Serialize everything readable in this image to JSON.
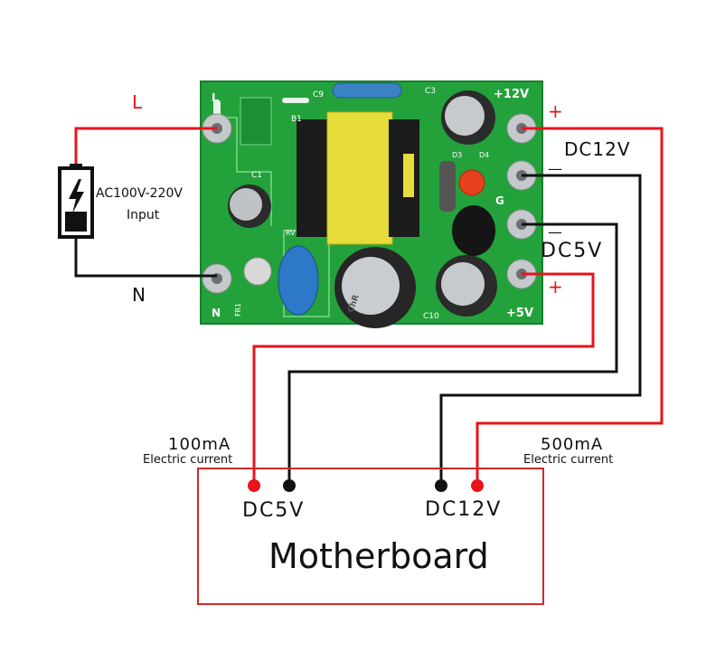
{
  "input": {
    "label_l": "L",
    "label_n": "N",
    "voltage": "AC100V-220V",
    "caption": "Input"
  },
  "board": {
    "silk_l": "L",
    "silk_n": "N",
    "silk_g": "G",
    "silk_12v": "+12V",
    "silk_5v": "+5V",
    "c1": "C1",
    "c3": "C3",
    "c9": "C9",
    "c10": "C10",
    "b1": "B1",
    "d3": "D3",
    "d4": "D4",
    "fr1": "FR1",
    "rv": "RV",
    "cap_brand": "ChR",
    "body_color": "#22a23a"
  },
  "outputs": {
    "dc12v": {
      "label": "DC12V",
      "plus": "+",
      "minus": "—"
    },
    "dc5v": {
      "label": "DC5V",
      "plus": "+",
      "minus": "—"
    }
  },
  "currents": {
    "left": {
      "value": "100mA",
      "caption": "Electric current"
    },
    "right": {
      "value": "500mA",
      "caption": "Electric current"
    }
  },
  "motherboard": {
    "title": "Motherboard",
    "port_5v": "DC5V",
    "port_12v": "DC12V"
  },
  "colors": {
    "positive_wire": "#e8141b",
    "negative_wire": "#111111",
    "box_border": "#d02a2a"
  }
}
